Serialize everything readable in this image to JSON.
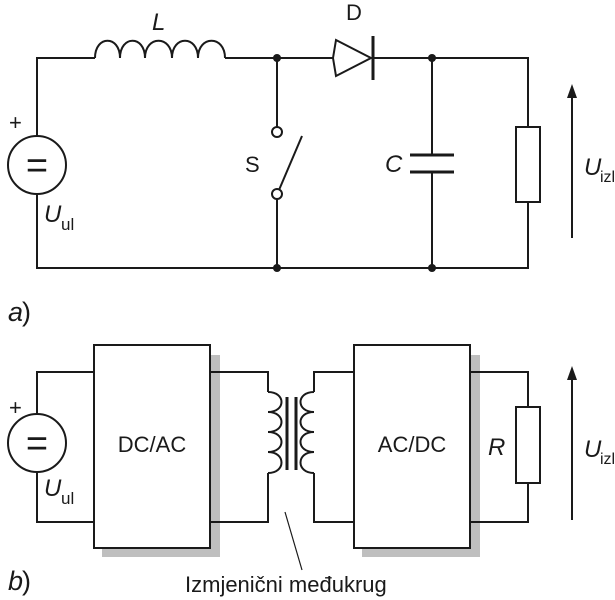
{
  "circuit_a": {
    "panel_letter": "a",
    "panel_paren": ")",
    "plus_sign": "+",
    "equals_sign": "=",
    "inductor_label": "L",
    "diode_label": "D",
    "switch_label": "S",
    "capacitor_label": "C",
    "input_voltage_main": "U",
    "input_voltage_sub": "ul",
    "output_voltage_main": "U",
    "output_voltage_sub": "izl"
  },
  "circuit_b": {
    "panel_letter": "b",
    "panel_paren": ")",
    "plus_sign": "+",
    "equals_sign": "=",
    "inverter_label": "DC/AC",
    "rectifier_label": "AC/DC",
    "resistor_label": "R",
    "input_voltage_main": "U",
    "input_voltage_sub": "ul",
    "output_voltage_main": "U",
    "output_voltage_sub": "izl",
    "intermediate_circuit_label": "Izmjenični međukrug"
  },
  "colors": {
    "wire": "#1a1a1a",
    "block_shadow": "#bfbfbf",
    "background": "#ffffff"
  }
}
